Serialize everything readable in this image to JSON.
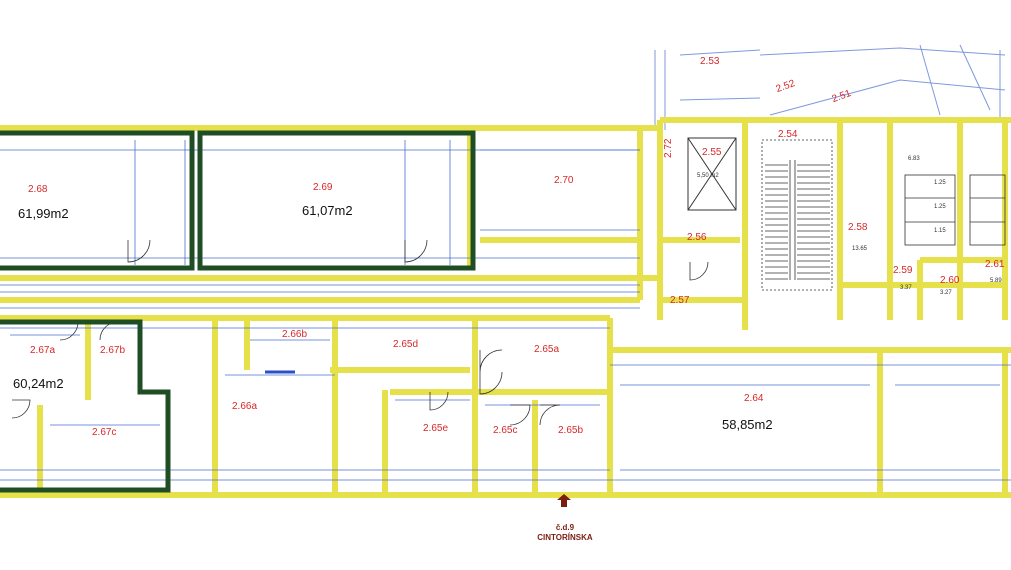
{
  "plan": {
    "rooms": [
      {
        "id": "r268",
        "number": "2.68",
        "area": "61,99m2"
      },
      {
        "id": "r269",
        "number": "2.69",
        "area": "61,07m2"
      },
      {
        "id": "r270",
        "number": "2.70"
      },
      {
        "id": "r272",
        "number": "2.72"
      },
      {
        "id": "r255",
        "number": "2.55"
      },
      {
        "id": "r254",
        "number": "2.54"
      },
      {
        "id": "r253",
        "number": "2.53"
      },
      {
        "id": "r252",
        "number": "2.52"
      },
      {
        "id": "r251",
        "number": "2.51"
      },
      {
        "id": "r256",
        "number": "2.56"
      },
      {
        "id": "r257",
        "number": "2.57"
      },
      {
        "id": "r258",
        "number": "2.58"
      },
      {
        "id": "r259",
        "number": "2.59"
      },
      {
        "id": "r260",
        "number": "2.60"
      },
      {
        "id": "r261",
        "number": "2.61"
      },
      {
        "id": "r267a",
        "number": "2.67a"
      },
      {
        "id": "r267b",
        "number": "2.67b"
      },
      {
        "id": "r267c",
        "number": "2.67c"
      },
      {
        "id": "r267area",
        "area": "60,24m2"
      },
      {
        "id": "r266a",
        "number": "2.66a"
      },
      {
        "id": "r266b",
        "number": "2.66b"
      },
      {
        "id": "r265a",
        "number": "2.65a"
      },
      {
        "id": "r265b",
        "number": "2.65b"
      },
      {
        "id": "r265c",
        "number": "2.65c"
      },
      {
        "id": "r265d",
        "number": "2.65d"
      },
      {
        "id": "r265e",
        "number": "2.65e"
      },
      {
        "id": "r264",
        "number": "2.64",
        "area": "58,85m2"
      }
    ],
    "small_texts": {
      "s1": "5,50 m2",
      "s2": "6.83",
      "s3": "13.65",
      "s4": "1.25",
      "s5": "1.25",
      "s6": "1.15",
      "s7": "5.89",
      "s8": "3.27",
      "s9": "3.37"
    },
    "entrance": {
      "line1": "č.d.9",
      "line2": "CINTORÍNSKA"
    },
    "colors": {
      "wall": "#e6e04a",
      "outline": "#1f4e24",
      "dim": "#4a6fd1",
      "label": "#d62828",
      "arrow": "#7a1e10"
    }
  }
}
